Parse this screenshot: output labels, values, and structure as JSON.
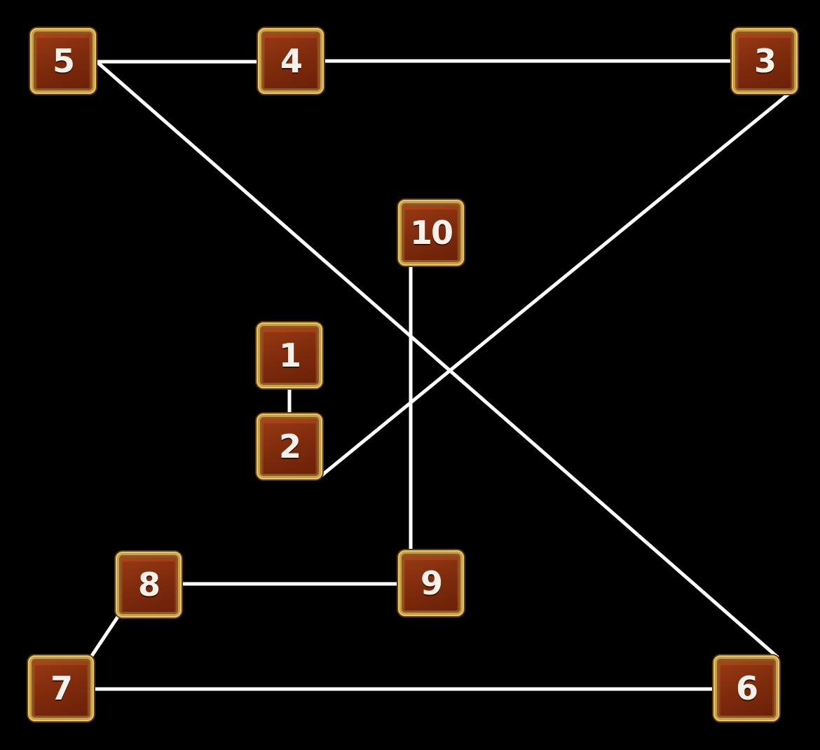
{
  "game": {
    "background_color": "#000000",
    "line_color": "#ffffff",
    "tile_color": "#7c2a0c",
    "tile_border_color": "#c8a04a",
    "nodes": [
      {
        "id": 1,
        "label": "1"
      },
      {
        "id": 2,
        "label": "2"
      },
      {
        "id": 3,
        "label": "3"
      },
      {
        "id": 4,
        "label": "4"
      },
      {
        "id": 5,
        "label": "5"
      },
      {
        "id": 6,
        "label": "6"
      },
      {
        "id": 7,
        "label": "7"
      },
      {
        "id": 8,
        "label": "8"
      },
      {
        "id": 9,
        "label": "9"
      },
      {
        "id": 10,
        "label": "10"
      }
    ],
    "connections": [
      [
        1,
        2
      ],
      [
        2,
        3
      ],
      [
        3,
        4
      ],
      [
        4,
        5
      ],
      [
        5,
        6
      ],
      [
        6,
        7
      ],
      [
        7,
        8
      ],
      [
        8,
        9
      ],
      [
        9,
        10
      ]
    ]
  }
}
